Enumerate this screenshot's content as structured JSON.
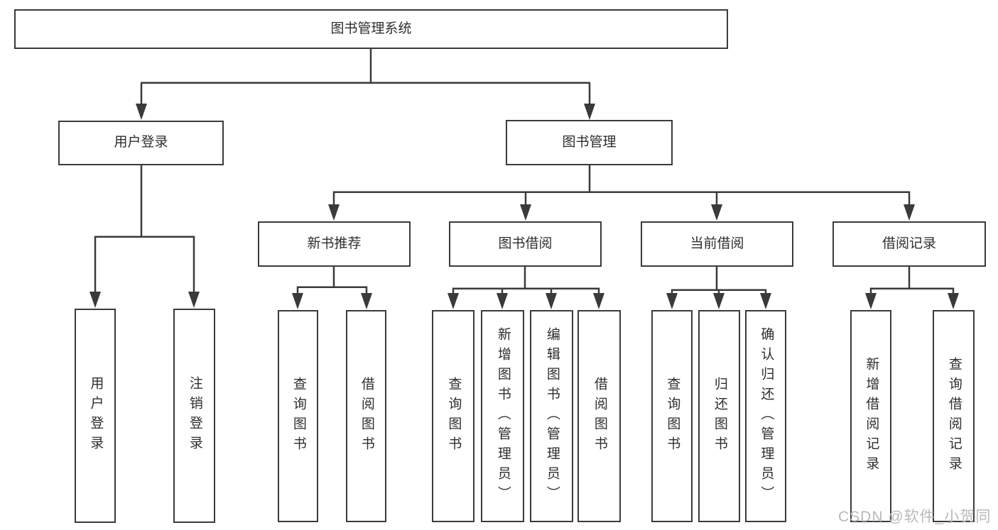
{
  "diagram": {
    "root": {
      "label": "图书管理系统"
    },
    "user_login": {
      "label": "用户登录",
      "children": [
        {
          "label": "用户登录"
        },
        {
          "label": "注销登录"
        }
      ]
    },
    "book_mgmt": {
      "label": "图书管理",
      "sections": [
        {
          "label": "新书推荐",
          "children": [
            {
              "label": "查询图书"
            },
            {
              "label": "借阅图书"
            }
          ]
        },
        {
          "label": "图书借阅",
          "children": [
            {
              "label": "查询图书"
            },
            {
              "label": "新增图书（管理员）"
            },
            {
              "label": "编辑图书（管理员）"
            },
            {
              "label": "借阅图书"
            }
          ]
        },
        {
          "label": "当前借阅",
          "children": [
            {
              "label": "查询图书"
            },
            {
              "label": "归还图书"
            },
            {
              "label": "确认归还（管理员）"
            }
          ]
        },
        {
          "label": "借阅记录",
          "children": [
            {
              "label": "新增借阅记录"
            },
            {
              "label": "查询借阅记录"
            }
          ]
        }
      ]
    }
  },
  "watermark": {
    "text": "CSDN @软件_小贺同学"
  },
  "colors": {
    "line": "#3a3a3a",
    "box_border": "#3b3b3b",
    "text": "#2e2e2e",
    "watermark": "#b9b9b9"
  }
}
